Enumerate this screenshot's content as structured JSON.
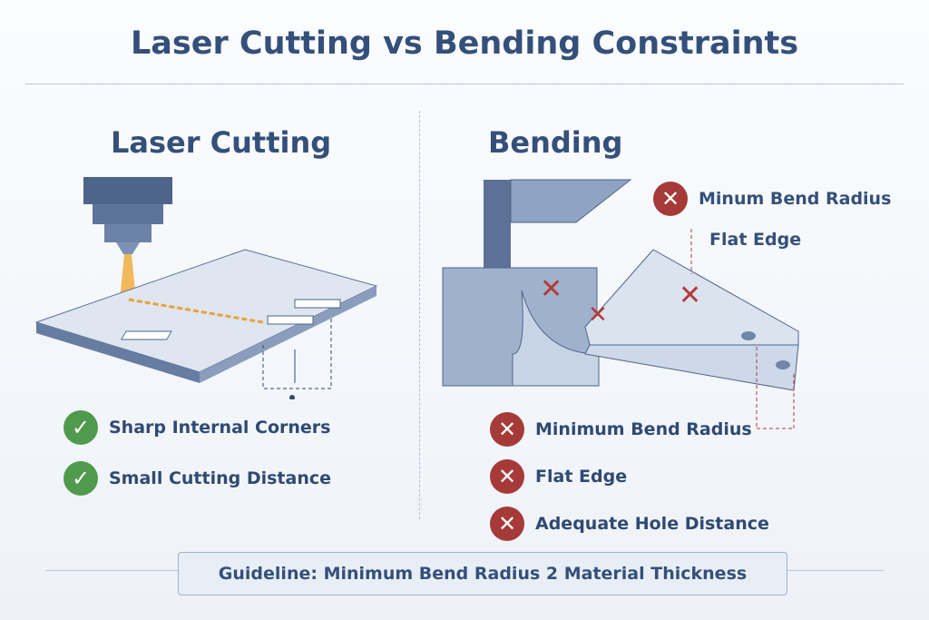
{
  "title": "Laser Cutting vs Bending Constraints",
  "laser": {
    "heading": "Laser Cutting",
    "items": [
      {
        "label": "Sharp Internal Corners",
        "status": "pass"
      },
      {
        "label": "Small Cutting Distance",
        "status": "pass"
      }
    ]
  },
  "bending": {
    "heading": "Bending",
    "callouts": [
      "Minum Bend Radius",
      "Flat Edge"
    ],
    "items": [
      {
        "label": "Minimum Bend Radius",
        "status": "fail"
      },
      {
        "label": "Flat Edge",
        "status": "fail"
      },
      {
        "label": "Adequate Hole Distance",
        "status": "fail"
      }
    ]
  },
  "guideline": "Guideline:  Minimum Bend Radius 2 Material Thickness",
  "icons": {
    "pass": "check-icon",
    "fail": "x-icon",
    "pass_symbol": "✓",
    "fail_symbol": "✕"
  },
  "colors": {
    "title": "#34507a",
    "pass": "#4f9a4c",
    "fail": "#a53a38"
  }
}
